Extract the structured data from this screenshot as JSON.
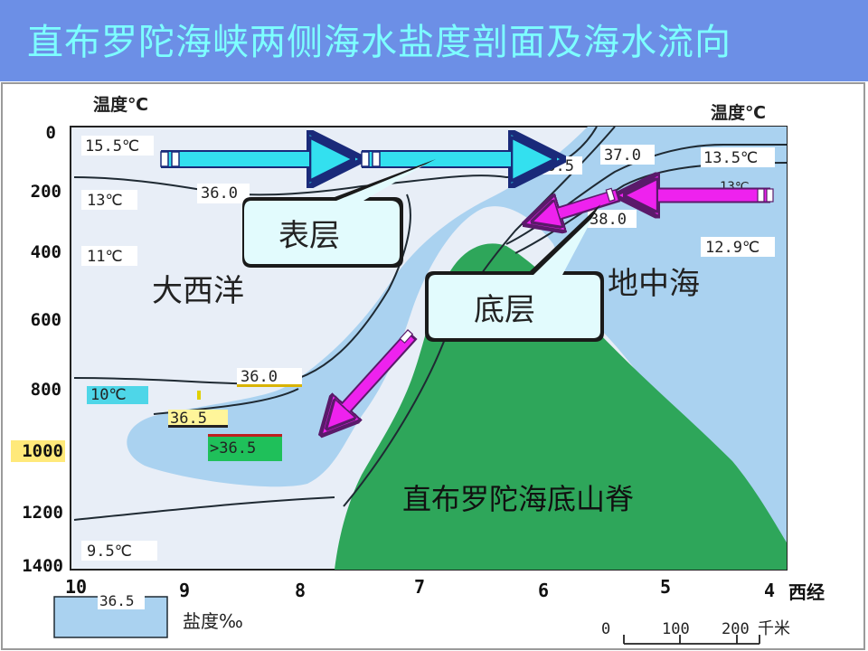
{
  "title": "直布罗陀海峡两侧海水盐度剖面及海水流向",
  "labels": {
    "temp_unit_left": "温度℃",
    "temp_unit_right": "温度℃",
    "atlantic": "大西洋",
    "mediterranean": "地中海",
    "ridge": "直布罗陀海底山脊",
    "surface_layer": "表层",
    "bottom_layer": "底层",
    "x_unit": "西经",
    "legend_value": "36.5",
    "legend_label": "盐度‰",
    "scale_unit": "千米"
  },
  "depth_ticks": [
    "0",
    "200",
    "400",
    "600",
    "800",
    "1000",
    "1200",
    "1400"
  ],
  "lon_ticks": [
    "10",
    "9",
    "8",
    "7",
    "6",
    "5",
    "4"
  ],
  "scale_ticks": [
    "0",
    "100",
    "200"
  ],
  "temperatures": {
    "t_15_5": "15.5℃",
    "t_13": "13℃",
    "t_11": "11℃",
    "t_10": "10℃",
    "t_9_5": "9.5℃",
    "t_13_5": "13.5℃",
    "t_13_partial": "13℃",
    "t_12_9": "12.9℃"
  },
  "salinities": {
    "s_36_5_top": "36.5",
    "s_37_0": "37.0",
    "s_36_0_top": "36.0",
    "s_38_0": "38.0",
    "s_36_0_mid": "36.0",
    "s_36_5_mid": "36.5",
    "s_gt_36_5": ">36.5"
  },
  "colors": {
    "title_bg": "#6c8fe6",
    "title_text": "#7dffff",
    "atlantic_water": "#e8eef7",
    "saline_water": "#aad2f0",
    "ridge": "#2ea65a",
    "surface_arrow": "#33e0ef",
    "bottom_arrow": "#ee22ee",
    "callout_fill": "#e2fbfd"
  }
}
